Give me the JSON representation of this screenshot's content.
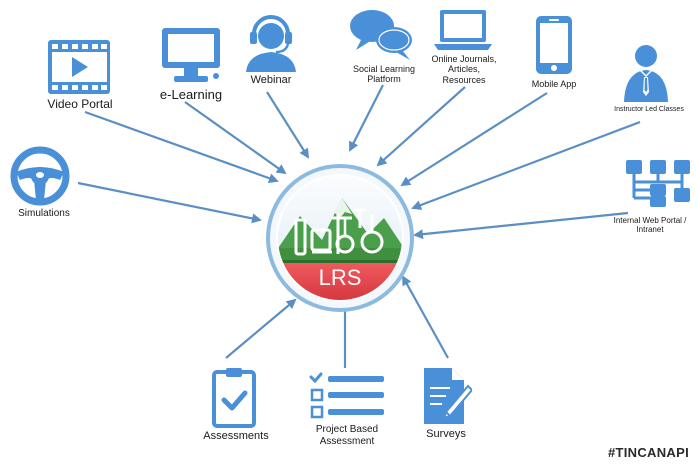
{
  "hub": {
    "name": "LRS",
    "colors": {
      "ring": "#7fb2d8",
      "mountain": "#4aa04a",
      "band": "#d9353e",
      "text": "#ffffff"
    }
  },
  "theme": {
    "icon_color": "#4a90d9",
    "arrow_color": "#5b8fc4"
  },
  "nodes": [
    {
      "id": "video",
      "label": "Video Portal",
      "icon": "video-player-icon"
    },
    {
      "id": "elearning",
      "label": "e-Learning",
      "icon": "computer-monitor-icon"
    },
    {
      "id": "webinar",
      "label": "Webinar",
      "icon": "headset-person-icon"
    },
    {
      "id": "social",
      "label": "Social Learning\nPlatform",
      "icon": "speech-bubbles-icon"
    },
    {
      "id": "journals",
      "label": "Online Journals,\nArticles,\nResources",
      "icon": "laptop-icon"
    },
    {
      "id": "mobile",
      "label": "Mobile App",
      "icon": "smartphone-icon"
    },
    {
      "id": "instructor",
      "label": "Instructor Led Classes",
      "icon": "instructor-icon"
    },
    {
      "id": "intranet",
      "label": "Internal Web Portal /\nIntranet",
      "icon": "sitemap-icon"
    },
    {
      "id": "simulations",
      "label": "Simulations",
      "icon": "steering-wheel-icon"
    },
    {
      "id": "assessments",
      "label": "Assessments",
      "icon": "clipboard-check-icon"
    },
    {
      "id": "project",
      "label": "Project Based\nAssessment",
      "icon": "checklist-icon"
    },
    {
      "id": "surveys",
      "label": "Surveys",
      "icon": "document-pen-icon"
    }
  ],
  "footer": {
    "hashtag": "#TINCANAPI"
  }
}
